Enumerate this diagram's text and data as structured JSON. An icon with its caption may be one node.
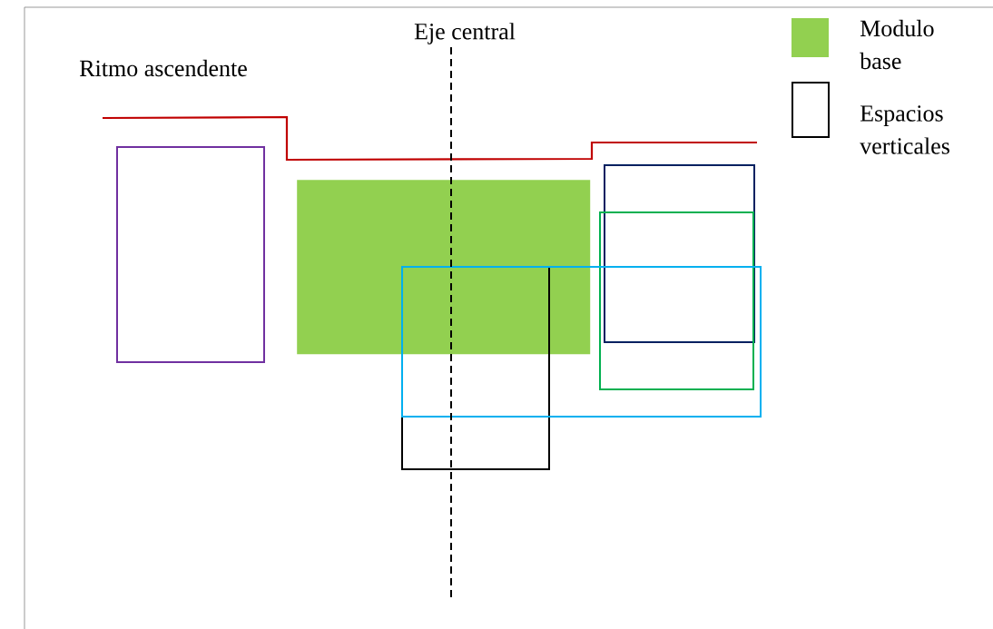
{
  "diagram": {
    "nodes": [
      {
        "text": [],
        "shape": "box"
      },
      {
        "text": [],
        "shape": "box"
      },
      {
        "text": [],
        "shape": "box"
      },
      {
        "text": [],
        "shape": "box"
      },
      {
        "text": [],
        "shape": "box"
      },
      {
        "text": [],
        "shape": "box"
      }
    ],
    "labels": [
      "Eje central",
      "Ritmo ascendente"
    ],
    "legend": [
      {
        "text": "Modulo base",
        "color": "#92d050"
      },
      {
        "text": "Espacios verticales"
      }
    ]
  }
}
